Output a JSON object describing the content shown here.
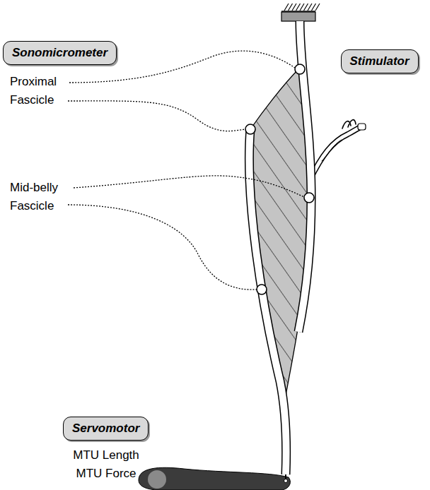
{
  "diagram": {
    "nodes": [
      {
        "text": [
          "Sonomicrometer"
        ]
      },
      {
        "text": [
          "Stimulator"
        ]
      },
      {
        "text": [
          "Servomotor"
        ]
      }
    ],
    "labels": [
      "Proximal Fascicle",
      "Mid-belly Fascicle",
      "MTU Length",
      "MTU Force"
    ]
  }
}
